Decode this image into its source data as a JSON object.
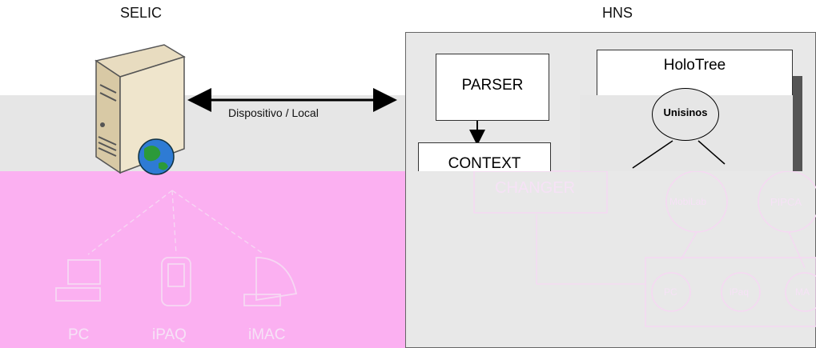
{
  "titles": {
    "selic": "SELIC",
    "hns": "HNS"
  },
  "link_label": "Dispositivo / Local",
  "modules": {
    "parser": "PARSER",
    "context": "CONTEXT",
    "changer": "CHANGER"
  },
  "holotree": {
    "title": "HoloTree",
    "root": "Unisinos",
    "children": [
      "MobiLab",
      "PIPCA"
    ],
    "leaves": [
      "PC",
      "iPaq",
      "MA"
    ]
  },
  "devices": [
    "PC",
    "iPAQ",
    "iMAC"
  ],
  "colors": {
    "pink": "#fbb0f1",
    "gray_band": "#e6e6e6",
    "frame": "#e8e8e8"
  }
}
